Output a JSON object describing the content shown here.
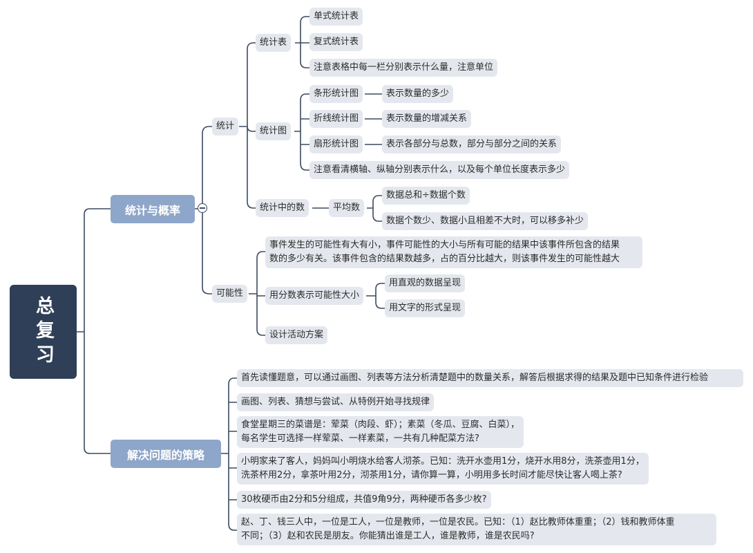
{
  "root": {
    "label": "总复习"
  },
  "stats_prob": {
    "label": "统计与概率",
    "stats": {
      "label": "统计",
      "table": {
        "label": "统计表",
        "items": [
          "单式统计表",
          "复式统计表",
          "注意表格中每一栏分别表示什么量，注意单位"
        ]
      },
      "chart": {
        "label": "统计图",
        "bar": {
          "label": "条形统计图",
          "desc": "表示数量的多少"
        },
        "line": {
          "label": "折线统计图",
          "desc": "表示数量的增减关系"
        },
        "pie": {
          "label": "扇形统计图",
          "desc": "表示各部分与总数，部分与部分之间的关系"
        },
        "note": "注意看清横轴、纵轴分别表示什么，以及每个单位长度表示多少"
      },
      "numbers": {
        "label": "统计中的数",
        "average": {
          "label": "平均数",
          "items": [
            "数据总和÷数据个数",
            "数据个数少、数据小且相差不大时，可以移多补少"
          ]
        }
      }
    },
    "possibility": {
      "label": "可能性",
      "desc_line1": "事件发生的可能性有大有小，事件可能性的大小与所有可能的结果中该事件所包含的结果",
      "desc_line2": "数的多少有关。该事件包含的结果数越多，占的百分比越大，则该事件发生的可能性越大",
      "fraction": {
        "label": "用分数表示可能性大小",
        "items": [
          "用直观的数据呈现",
          "用文字的形式呈现"
        ]
      },
      "design": "设计活动方案"
    }
  },
  "strategy": {
    "label": "解决问题的策略",
    "item1": "首先读懂题意，可以通过画图、列表等方法分析清楚题中的数量关系，解答后根据求得的结果及题中已知条件进行检验",
    "item2": "画图、列表、猜想与尝试、从特例开始寻找规律",
    "item3_line1": "食堂星期三的菜谱是：荤菜（肉段、虾）；素菜（冬瓜、豆腐、白菜），",
    "item3_line2": "每名学生可选择一样荤菜、一样素菜，一共有几种配菜方法?",
    "item4_line1": "小明家来了客人，妈妈叫小明烧水给客人沏茶。已知：洗开水壶用1分，烧开水用8分，洗茶壶用1分，",
    "item4_line2": "洗茶杯用2分，拿茶叶用2分，沏茶用1分，请你算一算，小明用多长时间才能尽快让客人喝上茶?",
    "item5": "30枚硬币由2分和5分组成，共值9角9分，两种硬币各多少枚?",
    "item6_line1": "赵、丁、钱三人中，一位是工人，一位是教师，一位是农民。已知：（1）赵比教师体重重；（2）钱和教师体重",
    "item6_line2": "不同；（3）赵和农民是朋友。你能猜出谁是工人，谁是教师，谁是农民吗?"
  },
  "colors": {
    "root": "#2e3f57",
    "level1": "#8ea6c9",
    "node": "#e4e8ee",
    "line": "#3a4a5e"
  }
}
